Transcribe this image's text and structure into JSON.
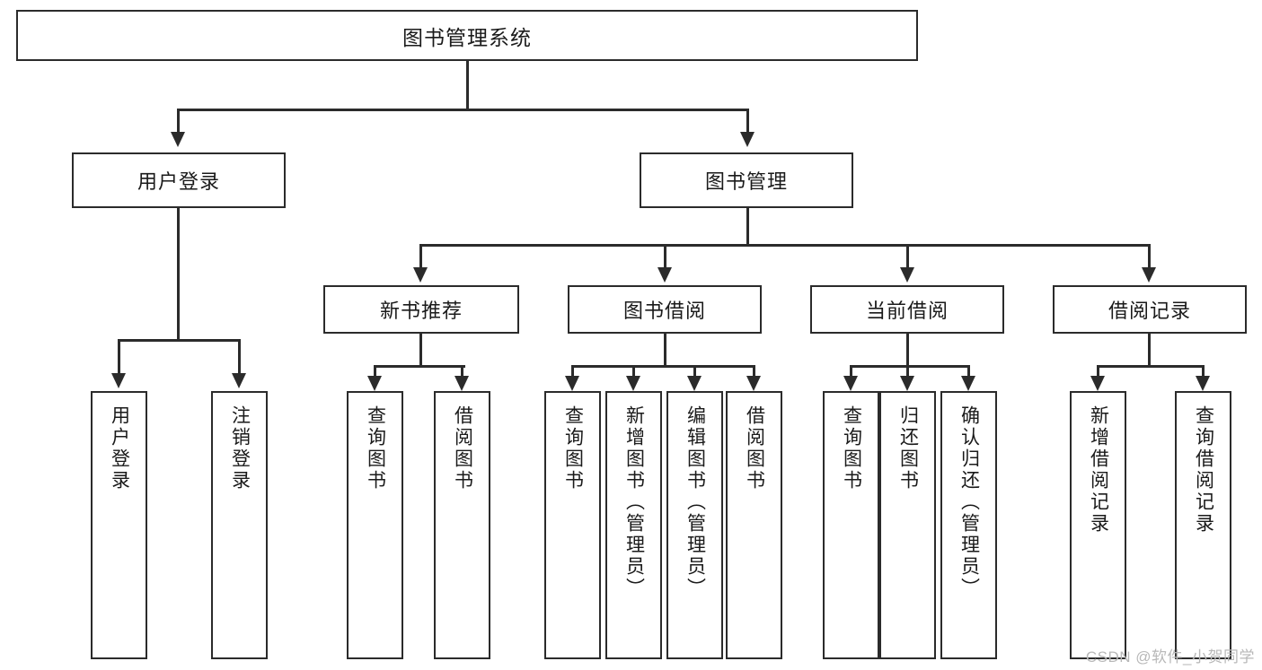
{
  "diagram": {
    "type": "hierarchy-tree",
    "title": "图书管理系统",
    "root": {
      "label": "图书管理系统"
    },
    "level1": [
      {
        "label": "用户登录"
      },
      {
        "label": "图书管理"
      }
    ],
    "level2": [
      {
        "label": "新书推荐"
      },
      {
        "label": "图书借阅"
      },
      {
        "label": "当前借阅"
      },
      {
        "label": "借阅记录"
      }
    ],
    "leaves": {
      "user_login": [
        {
          "label": "用户登录"
        },
        {
          "label": "注销登录"
        }
      ],
      "new_book_recommend": [
        {
          "label": "查询图书"
        },
        {
          "label": "借阅图书"
        }
      ],
      "book_borrow": [
        {
          "label": "查询图书"
        },
        {
          "label": "新增图书（管理员）"
        },
        {
          "label": "编辑图书（管理员）"
        },
        {
          "label": "借阅图书"
        }
      ],
      "current_borrow": [
        {
          "label": "查询图书"
        },
        {
          "label": "归还图书"
        },
        {
          "label": "确认归还（管理员）"
        }
      ],
      "borrow_record": [
        {
          "label": "新增借阅记录"
        },
        {
          "label": "查询借阅记录"
        }
      ]
    }
  },
  "watermark": {
    "text": "CSDN @软件_小贺同学"
  },
  "colors": {
    "stroke": "#2b2b2b",
    "background": "#ffffff",
    "text": "#1a1a1a",
    "watermark": "#b8b8b8"
  }
}
